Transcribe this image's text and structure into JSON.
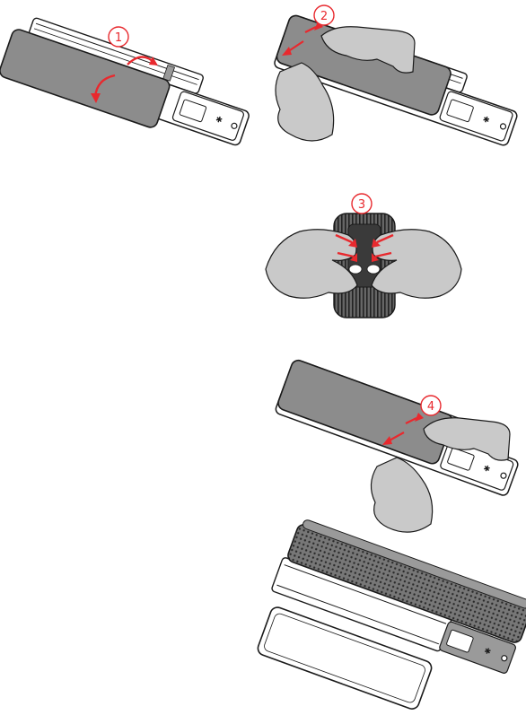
{
  "steps": [
    {
      "number": "1"
    },
    {
      "number": "2"
    },
    {
      "number": "3"
    },
    {
      "number": "4"
    }
  ],
  "colors": {
    "arrow": "#e8292e",
    "step_marker": "#e8292e",
    "outline": "#1a1a1a",
    "panel_gray": "#8c8c8c",
    "hand_gray": "#c9c9c9",
    "dark_gray": "#555555"
  }
}
